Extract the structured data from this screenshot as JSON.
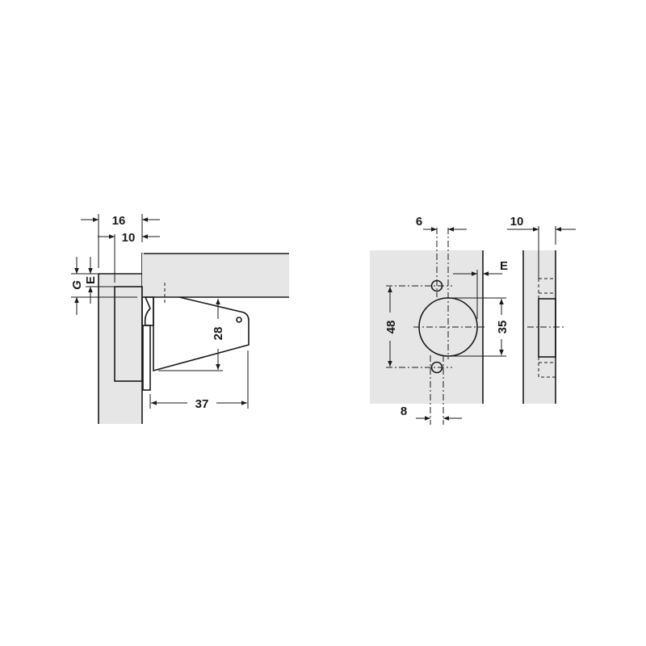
{
  "side_view": {
    "dim_16": "16",
    "dim_10": "10",
    "dim_g": "G",
    "dim_e": "E",
    "dim_28": "28",
    "dim_37": "37"
  },
  "front_view": {
    "dim_6": "6",
    "dim_e": "E",
    "dim_48": "48",
    "dim_35": "35",
    "dim_8": "8"
  },
  "edge_view": {
    "dim_10": "10"
  },
  "colors": {
    "panel": "#e6e6e6",
    "line": "#1a1a1a"
  }
}
